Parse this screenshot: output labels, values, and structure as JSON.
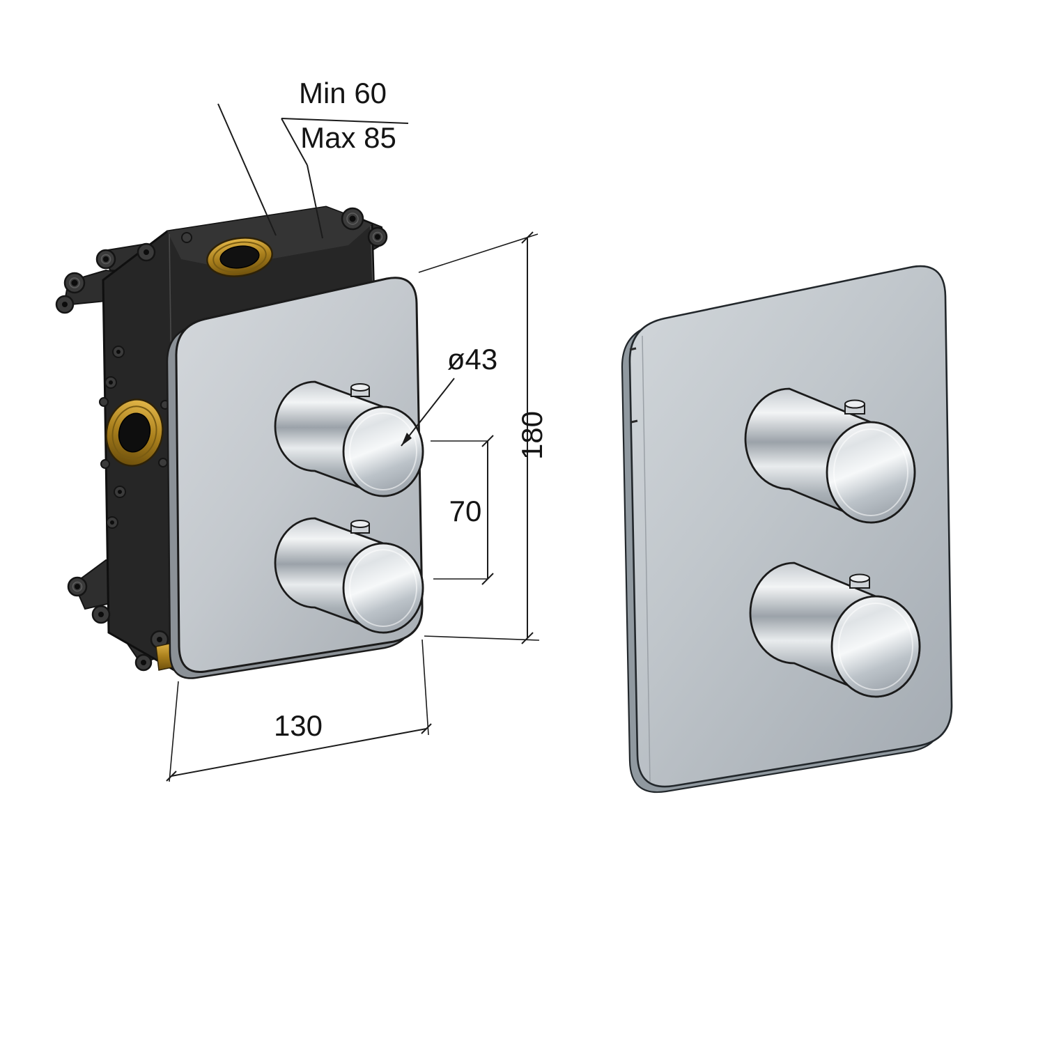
{
  "dimensions": {
    "depth_min": "Min 60",
    "depth_max": "Max 85",
    "knob_diameter": "ø43",
    "plate_height": "180",
    "knob_spacing": "70",
    "plate_width": "130"
  },
  "colors": {
    "line": "#1b1b1b",
    "plate_gray": "#c6cbd0",
    "knob_metal": "#d9dde0",
    "brass": "#b9892a",
    "box_black": "#262626",
    "background": "#ffffff"
  }
}
